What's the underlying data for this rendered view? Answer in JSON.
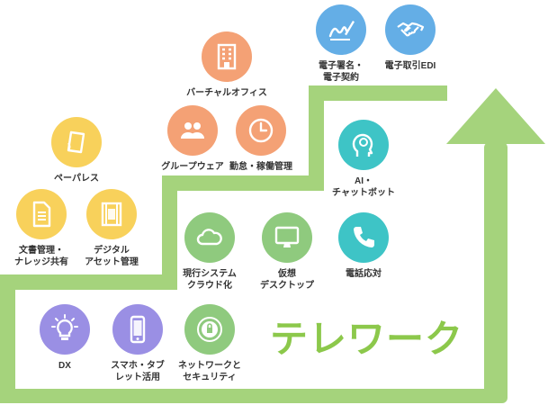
{
  "headline": "テレワーク",
  "colors": {
    "stair_green": "#a5d37c",
    "headline_green": "#8cc84b",
    "purple": "#9a8fe4",
    "green": "#8fca7e",
    "teal": "#3ec4c6",
    "orange": "#f4a175",
    "yellow": "#f8d15b",
    "blue": "#64aee6"
  },
  "items": [
    {
      "id": "dx",
      "label": "DX",
      "icon": "bulb-icon",
      "color": "purple"
    },
    {
      "id": "smartphone",
      "label": "スマホ・タブ\nレット活用",
      "icon": "smartphone-icon",
      "color": "purple"
    },
    {
      "id": "network",
      "label": "ネットワークと\nセキュリティ",
      "icon": "shield-icon",
      "color": "green"
    },
    {
      "id": "cloud",
      "label": "現行システム\nクラウド化",
      "icon": "cloud-icon",
      "color": "green"
    },
    {
      "id": "desktop",
      "label": "仮想\nデスクトップ",
      "icon": "monitor-icon",
      "color": "green"
    },
    {
      "id": "phone",
      "label": "電話応対",
      "icon": "phone-icon",
      "color": "teal"
    },
    {
      "id": "ai",
      "label": "AI・\nチャットボット",
      "icon": "ai-head-icon",
      "color": "teal"
    },
    {
      "id": "docs",
      "label": "文書管理・\nナレッジ共有",
      "icon": "document-icon",
      "color": "yellow"
    },
    {
      "id": "assets",
      "label": "デジタル\nアセット管理",
      "icon": "film-icon",
      "color": "yellow"
    },
    {
      "id": "paperless",
      "label": "ペーパレス",
      "icon": "paper-icon",
      "color": "yellow"
    },
    {
      "id": "groupware",
      "label": "グループウェア",
      "icon": "group-icon",
      "color": "orange"
    },
    {
      "id": "attendance",
      "label": "勤怠・稼働管理",
      "icon": "clock-icon",
      "color": "orange"
    },
    {
      "id": "virtual-office",
      "label": "バーチャルオフィス",
      "icon": "building-icon",
      "color": "orange"
    },
    {
      "id": "esign",
      "label": "電子署名・\n電子契約",
      "icon": "signature-icon",
      "color": "blue"
    },
    {
      "id": "edi",
      "label": "電子取引EDI",
      "icon": "handshake-icon",
      "color": "blue"
    }
  ]
}
